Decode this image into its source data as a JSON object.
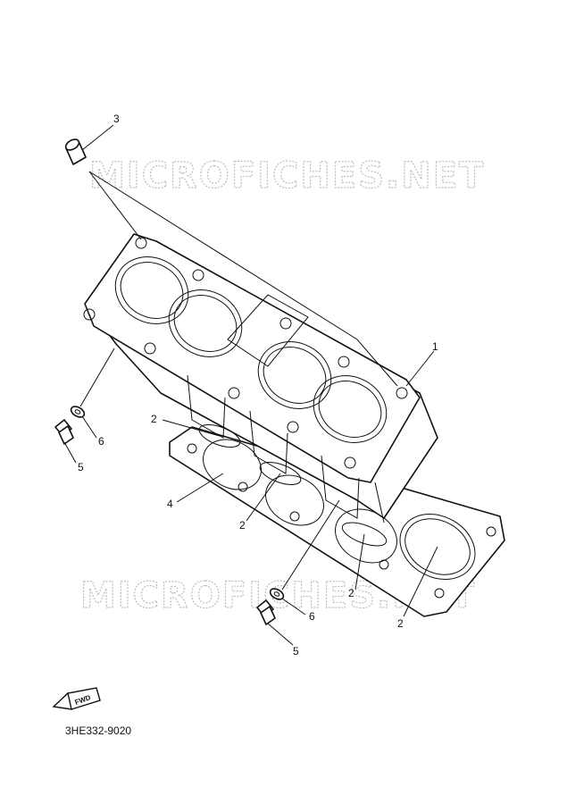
{
  "watermark": {
    "text": "MICROFICHES.NET"
  },
  "diagram_code": "3HE332-9020",
  "fwd_marker": {
    "label": "FWD",
    "icon": "fwd-arrow-icon"
  },
  "callouts": {
    "c1": "1",
    "c2a": "2",
    "c2b": "2",
    "c2c": "2",
    "c2d": "2",
    "c3": "3",
    "c4": "4",
    "c5a": "5",
    "c5b": "5",
    "c6a": "6",
    "c6b": "6"
  },
  "colors": {
    "line": "#111111",
    "background": "#ffffff",
    "watermark": "#bdbdbd"
  }
}
